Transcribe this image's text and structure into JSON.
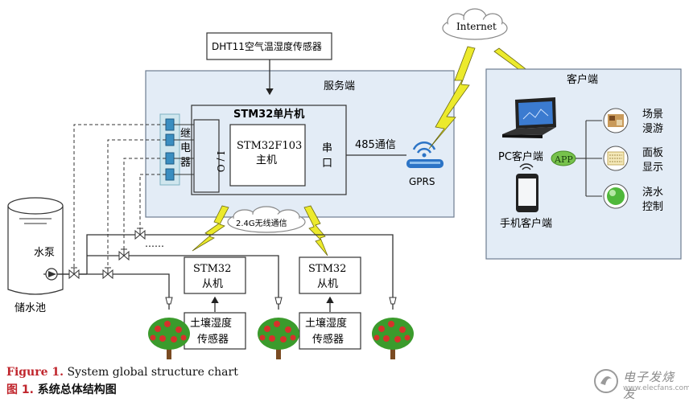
{
  "sensor_top": "DHT11空气温湿度传感器",
  "internet": "Internet",
  "server": {
    "title": "服务端",
    "mcu_title": "STM32单片机",
    "io": "I / O",
    "host_line1": "STM32F103",
    "host_line2": "主机",
    "serial_line1": "串",
    "serial_line2": "口",
    "relay": [
      "继",
      "电",
      "器"
    ],
    "rs485": "485通信",
    "gprs": "GPRS"
  },
  "client": {
    "title": "客户端",
    "pc": "PC客户端",
    "phone": "手机客户端",
    "app": "APP",
    "items": [
      {
        "line1": "场景",
        "line2": "漫游"
      },
      {
        "line1": "面板",
        "line2": "显示"
      },
      {
        "line1": "浇水",
        "line2": "控制"
      }
    ]
  },
  "wireless": "2.4G无线通信",
  "dots": "……",
  "pool": "储水池",
  "pump": "水泵",
  "slaves": [
    {
      "line1": "STM32",
      "line2": "从机",
      "sensor_line1": "土壤湿度",
      "sensor_line2": "传感器"
    },
    {
      "line1": "STM32",
      "line2": "从机",
      "sensor_line1": "土壤湿度",
      "sensor_line2": "传感器"
    }
  ],
  "caption_en_label": "Figure 1.",
  "caption_en_text": " System global structure chart",
  "caption_cn_label": "图 1.",
  "caption_cn_text": "  系统总体结构图",
  "watermark_text": "电子发烧友",
  "watermark_url": "www.elecfans.com",
  "colors": {
    "panel_fill": "#e3ecf6",
    "panel_stroke": "#6d7d91",
    "bolt": "#ecea2c",
    "router": "#2c74c6",
    "app_fill": "#77c24c",
    "tree_leaf": "#3b9b2c",
    "tree_fruit": "#d6322b",
    "caption_red": "#c0262d"
  }
}
